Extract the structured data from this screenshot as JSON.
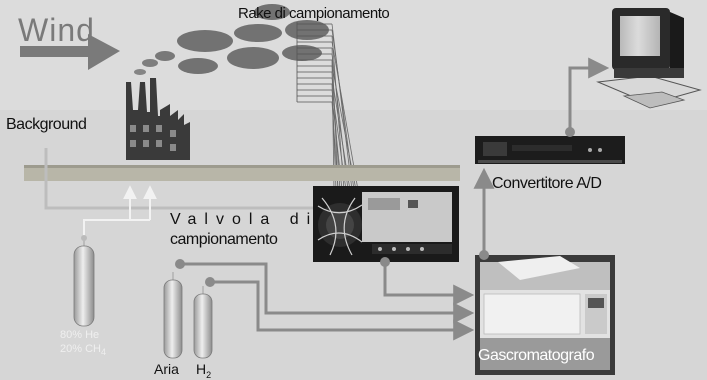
{
  "labels": {
    "wind": "Wind",
    "rake": "Rake di campionamento",
    "background": "Background",
    "valve_line1": "Valvola di",
    "valve_line2": "campionamento",
    "converter": "Convertitore A/D",
    "gc": "Gascromatografo",
    "cylinder_mix_line1": "80% He",
    "cylinder_mix_line2": "20% CH",
    "cylinder_mix_sub": "4",
    "air": "Aria",
    "hydrogen": "H",
    "hydrogen_sub": "2"
  },
  "colors": {
    "background": "#d6d6d6",
    "pipe": "#8a8a8a",
    "pipe_light": "#bdbdbd",
    "wind_text": "#7a7a7a",
    "cloud": "#5f5f5f",
    "factory": "#3a3a3a",
    "ground": "#b8b6a8",
    "dark_device": "#1c1c1c"
  },
  "icons": [
    "wind-arrow-icon",
    "smoke-cloud-icon",
    "factory-icon",
    "computer-icon",
    "gas-cylinder-icon",
    "valve-photo",
    "converter-photo",
    "gas-chromatograph-photo"
  ]
}
